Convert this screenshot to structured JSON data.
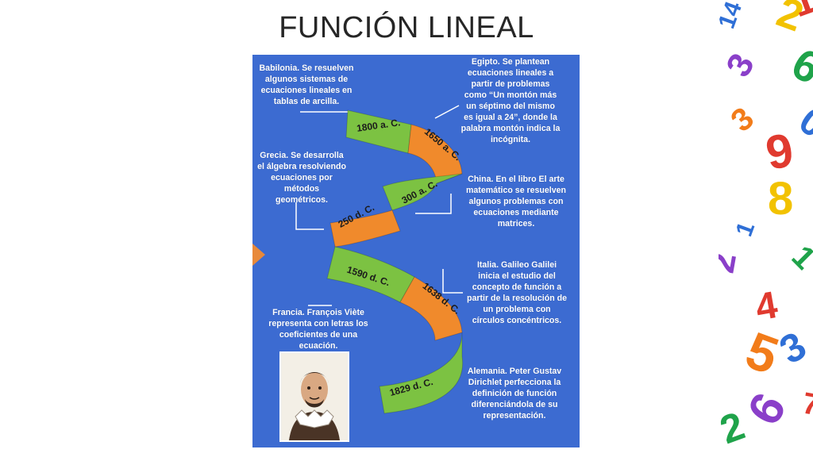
{
  "slide": {
    "title": "FUNCIÓN LINEAL"
  },
  "timeline": {
    "dates": [
      {
        "label": "1800 a. C.",
        "color": "#7cc242"
      },
      {
        "label": "1650 a. C.",
        "color": "#f08a2c"
      },
      {
        "label": "300 a. C.",
        "color": "#7cc242"
      },
      {
        "label": "250 d. C.",
        "color": "#f08a2c"
      },
      {
        "label": "1590 d. C.",
        "color": "#7cc242"
      },
      {
        "label": "1638 d. C.",
        "color": "#f08a2c"
      },
      {
        "label": "1829 d. C.",
        "color": "#7cc242"
      }
    ],
    "notes": {
      "babilonia": {
        "lead": "Babilonia.",
        "text": " Se resuelven algunos sistemas de ecuaciones lineales en tablas de arcilla."
      },
      "egipto": {
        "lead": "Egipto.",
        "text": " Se plantean ecuaciones lineales a partir de problemas como “Un montón más un séptimo del mismo es igual a 24”, donde la palabra montón indica la incógnita."
      },
      "grecia": {
        "lead": "Grecia.",
        "text": " Se desarrolla el álgebra resolviendo ecuaciones por métodos geométricos."
      },
      "china": {
        "lead": "China.",
        "text": " En el libro El arte matemático se resuelven algunos problemas con ecuaciones mediante matrices."
      },
      "italia": {
        "lead": "Italia.",
        "text": " Galileo Galilei inicia el estudio del concepto de función a partir de la resolución de un problema con círculos concéntricos."
      },
      "francia": {
        "lead": "Francia.",
        "text": " François Viète representa con letras los coeficientes de una ecuación."
      },
      "alemania": {
        "lead": "Alemania.",
        "text": " Peter Gustav Dirichlet perfecciona la definición de función diferenciándola de su representación."
      }
    },
    "background_color": "#3c6bd1"
  },
  "decoration": {
    "digits": [
      {
        "t": "14",
        "c": "#2f6fd6"
      },
      {
        "t": "2",
        "c": "#f2c200"
      },
      {
        "t": "1",
        "c": "#e03a2f"
      },
      {
        "t": "3",
        "c": "#8a3fc9"
      },
      {
        "t": "6",
        "c": "#1fa34a"
      },
      {
        "t": "3",
        "c": "#f27c1a"
      },
      {
        "t": "9",
        "c": "#e03a2f"
      },
      {
        "t": "0",
        "c": "#2f6fd6"
      },
      {
        "t": "8",
        "c": "#f2c200"
      },
      {
        "t": "2",
        "c": "#8a3fc9"
      },
      {
        "t": "1",
        "c": "#1fa34a"
      },
      {
        "t": "4",
        "c": "#e03a2f"
      },
      {
        "t": "5",
        "c": "#f27c1a"
      },
      {
        "t": "3",
        "c": "#2f6fd6"
      },
      {
        "t": "6",
        "c": "#8a3fc9"
      },
      {
        "t": "2",
        "c": "#1fa34a"
      },
      {
        "t": "7",
        "c": "#e03a2f"
      },
      {
        "t": "1",
        "c": "#2f6fd6"
      }
    ]
  }
}
